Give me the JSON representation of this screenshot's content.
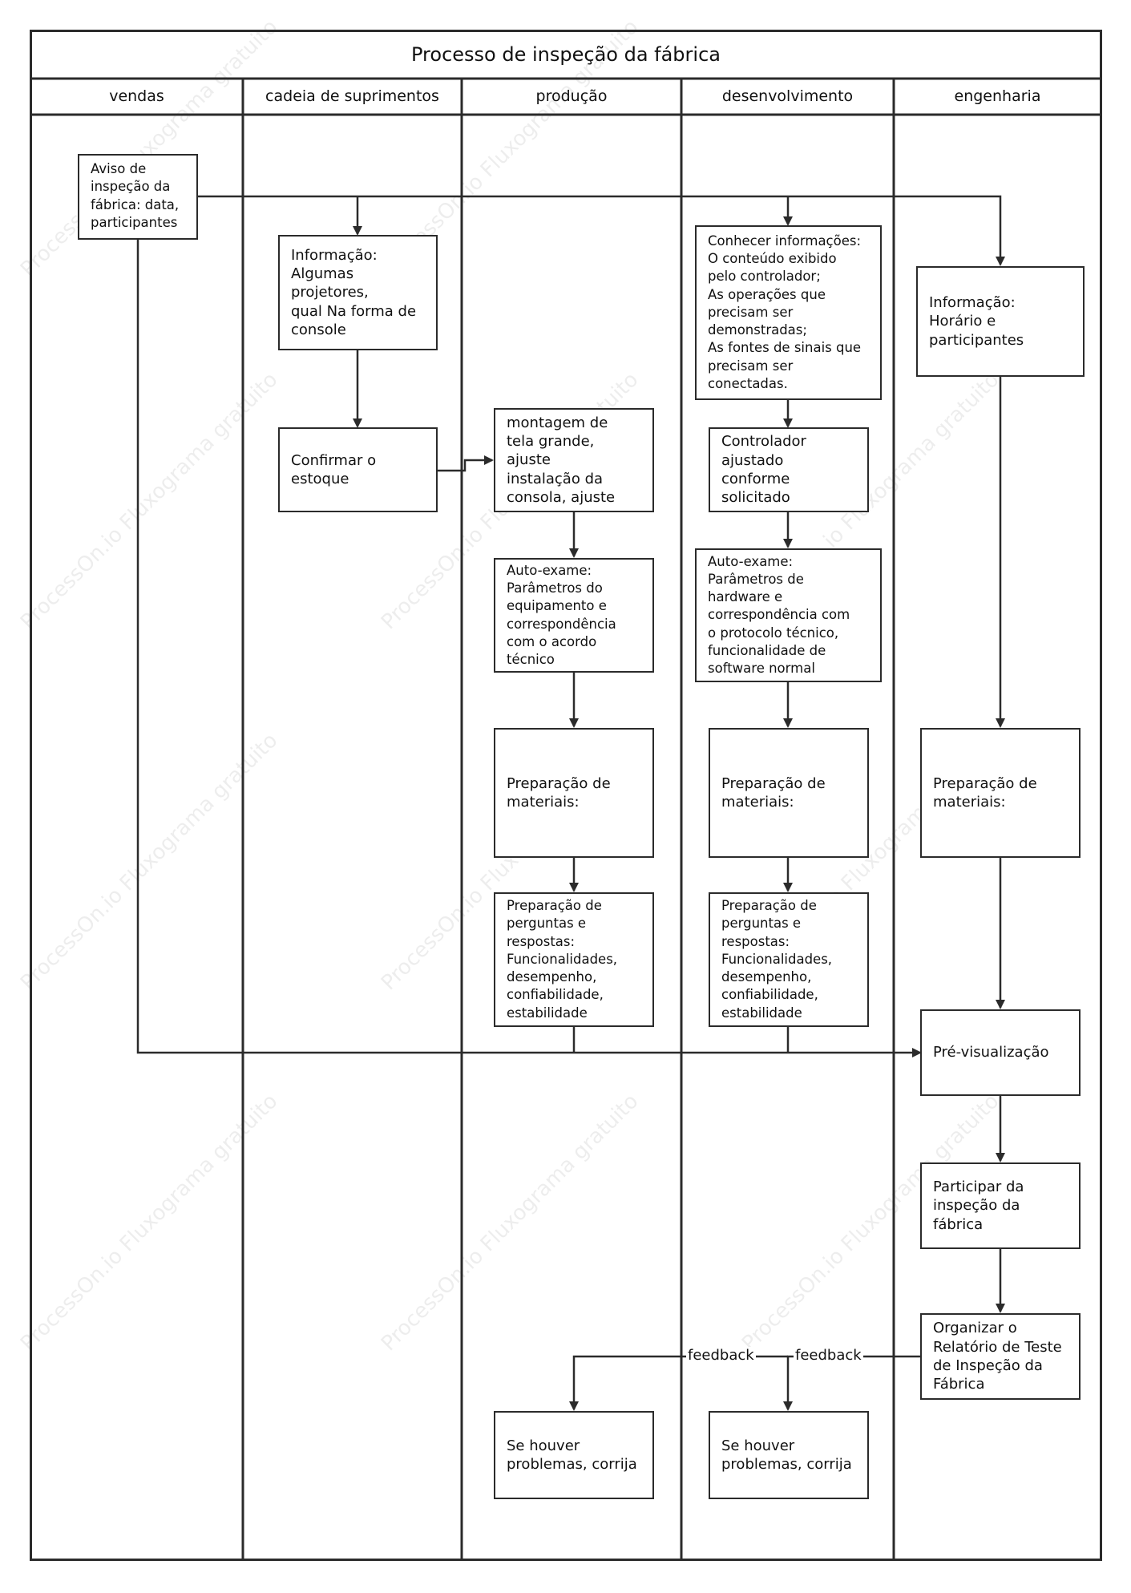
{
  "title": "Processo de inspeção da fábrica",
  "lanes": [
    "vendas",
    "cadeia de suprimentos",
    "produção",
    "desenvolvimento",
    "engenharia"
  ],
  "nodes": {
    "aviso": "Aviso de\ninspeção da\nfábrica: data,\nparticipantes",
    "info_supr": "Informação:\nAlgumas\nprojetores,\nqual Na forma de\nconsole",
    "confirmar": "Confirmar o\nestoque",
    "montagem": "montagem de\ntela grande,\najuste\ninstalação da\nconsola, ajuste",
    "auto_prod": "Auto-exame:\nParâmetros do\nequipamento e\ncorrespondência\ncom o acordo\ntécnico",
    "prep_mat_prod": "Preparação de\nmateriais:",
    "prep_perg_prod": "Preparação de\nperguntas e\nrespostas:\nFuncionalidades,\ndesempenho,\nconfiabilidade,\nestabilidade",
    "corrija_prod": "Se houver\nproblemas, corrija",
    "conhecer": "Conhecer informações:\nO conteúdo exibido\npelo controlador;\nAs operações que\nprecisam ser\ndemonstradas;\nAs fontes de sinais que\nprecisam ser\nconectadas.",
    "controlador": "Controlador\najustado\nconforme\nsolicitado",
    "auto_dev": "Auto-exame:\nParâmetros de\nhardware e\ncorrespondência com\no protocolo técnico,\nfuncionalidade de\nsoftware normal",
    "prep_mat_dev": "Preparação de\nmateriais:",
    "prep_perg_dev": "Preparação de\nperguntas e\nrespostas:\nFuncionalidades,\ndesempenho,\nconfiabilidade,\nestabilidade",
    "corrija_dev": "Se houver\nproblemas, corrija",
    "info_eng": "Informação:\nHorário e\nparticipantes",
    "prep_mat_eng": "Preparação de\nmateriais:",
    "previsualizacao": "Pré-visualização",
    "participar": "Participar da\ninspeção da\nfábrica",
    "organizar": "Organizar o\nRelatório de Teste\nde Inspeção da\nFábrica"
  },
  "edge_labels": {
    "feedback_1": "feedback",
    "feedback_2": "feedback"
  },
  "watermark": "ProcessOn.io Fluxograma gratuito"
}
